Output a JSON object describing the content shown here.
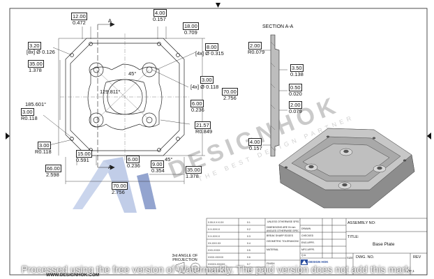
{
  "section_label": "SECTION A-A",
  "cut_label_a": "A",
  "dims": {
    "d12": [
      "12.00",
      "0.472"
    ],
    "d4": [
      "4.00",
      "0.157"
    ],
    "d18": [
      "18.00",
      "0.709"
    ],
    "d8": [
      "8.00",
      "[4x] Ø 0.315"
    ],
    "d3_20": [
      "3.20",
      "[8x] Ø 0.126"
    ],
    "d35_top": [
      "35.00",
      "1.378"
    ],
    "angle45_top": "45°",
    "angle129": "129.811°",
    "angle185": "185.601°",
    "d3_118": [
      "3.00",
      "[4x] Ø 0.118"
    ],
    "d70_v": [
      "70.00",
      "2.756"
    ],
    "d6": [
      "6.00",
      "0.236"
    ],
    "r3_top": [
      "3.00",
      "R0.118"
    ],
    "r21": [
      "21.57",
      "R0.849"
    ],
    "r3_bot": [
      "3.00",
      "R0.118"
    ],
    "d15": [
      "15.00",
      "0.591"
    ],
    "d66": [
      "66.00",
      "2.598"
    ],
    "d6_b": [
      "6.00",
      "0.236"
    ],
    "d9": [
      "9.00",
      "0.354"
    ],
    "angle45_bot": "45°",
    "d35_b": [
      "35.00",
      "1.378"
    ],
    "d70_h": [
      "70.00",
      "2.756"
    ],
    "sec_d2_top": [
      "2.00",
      "R0.079"
    ],
    "sec_d3_5": [
      "3.50",
      "0.138"
    ],
    "sec_d0_5": [
      "0.50",
      "0.020"
    ],
    "sec_d2_mid": [
      "2.00",
      "0.079"
    ],
    "sec_d4": [
      "4.00",
      "0.157"
    ]
  },
  "watermark": {
    "brand": "DESIGNHOK",
    "tagline": "THE BEST DESIGN PARTNER"
  },
  "title_block": {
    "assembly_label": "ASSEMBLY NO:",
    "title_label": "TITLE:",
    "title_value": "Base Plate",
    "size_label": "SIZE",
    "dwg_label": "DWG. NO.",
    "rev_label": "REV",
    "sheet_text": "1 OF 1",
    "logo_text": "DESIGN HOK",
    "projection": "3rd ANGLE OF PROJECTION",
    "tolerances_header": "UNLESS OTHERWISE SPECIFIED:",
    "tol_rows": [
      "0.00-X.X:X.XX",
      "X.X-XXX.X",
      "X.X-XXX.X",
      "XX-XXX.XX",
      "XXX-XXXX",
      "XXXX-XXXXX",
      "XXXXX-XXXXX",
      "XXXXX-XXXXX"
    ],
    "tol_vals": [
      "0.1",
      "0.2",
      "0.3",
      "0.4",
      "0.5",
      "0.6",
      "0.7",
      "0.8"
    ],
    "notes": [
      "DIMENSIONS ARE IN mm",
      "ANGLES OTHERWISE SPECIFIED",
      "BREAK SHARP EDGES",
      "GEOMETRIC TOLERANCING",
      "MATERIAL",
      "FINISH"
    ],
    "name_rows": [
      "DRAWN",
      "CHECKED",
      "ENG APPR.",
      "MFG APPR.",
      "Q.A."
    ]
  },
  "website": "WWW.DESIGNHOK.COM",
  "watermark_notice": "Processed using the free version of Watermarkly. The paid version does not add this mark."
}
